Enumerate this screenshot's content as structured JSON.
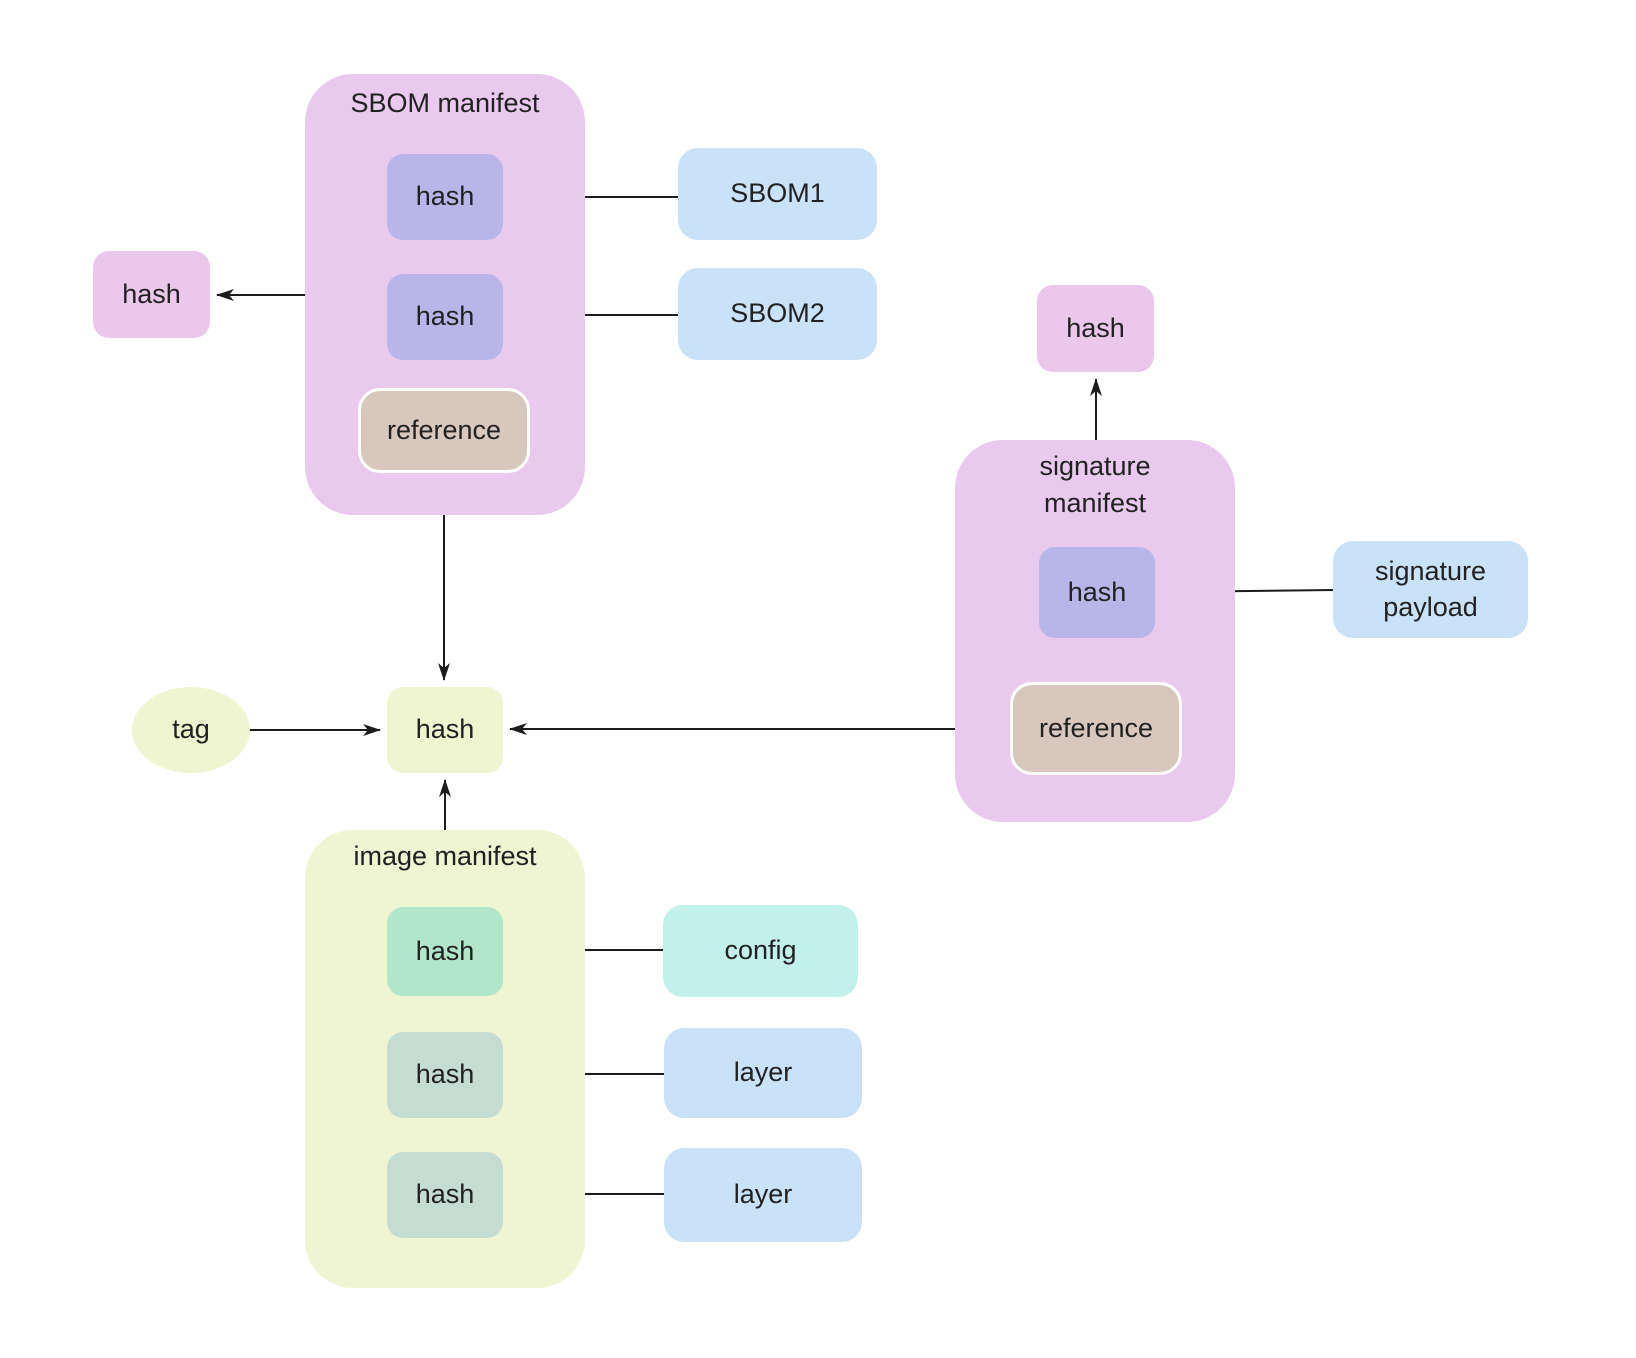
{
  "colors": {
    "container_pink": "#e9c9ee",
    "container_yellow": "#eff5d3",
    "hash_pink": "#ecc7ec",
    "hash_purple": "#b8b6e8",
    "hash_yellow": "#eef5d0",
    "hash_mint": "#b2e6c9",
    "hash_sage": "#c4dcd2",
    "reference_tan": "#d8c7bd",
    "box_blue": "#c9e2f8",
    "box_cyan": "#c2f0eb",
    "arrow": "#1c1c1c",
    "text": "#212121"
  },
  "sbom_manifest": {
    "title": "SBOM manifest",
    "hash1_label": "hash",
    "hash2_label": "hash",
    "reference_label": "reference"
  },
  "signature_manifest": {
    "title": "signature\nmanifest",
    "hash_label": "hash",
    "reference_label": "reference"
  },
  "image_manifest": {
    "title": "image manifest",
    "hash_config_label": "hash",
    "hash_layer1_label": "hash",
    "hash_layer2_label": "hash"
  },
  "standalone": {
    "hash_left_label": "hash",
    "hash_top_right_label": "hash",
    "hash_center_label": "hash",
    "tag_label": "tag"
  },
  "external": {
    "sbom1_label": "SBOM1",
    "sbom2_label": "SBOM2",
    "signature_payload_label": "signature\npayload",
    "config_label": "config",
    "layer1_label": "layer",
    "layer2_label": "layer"
  }
}
